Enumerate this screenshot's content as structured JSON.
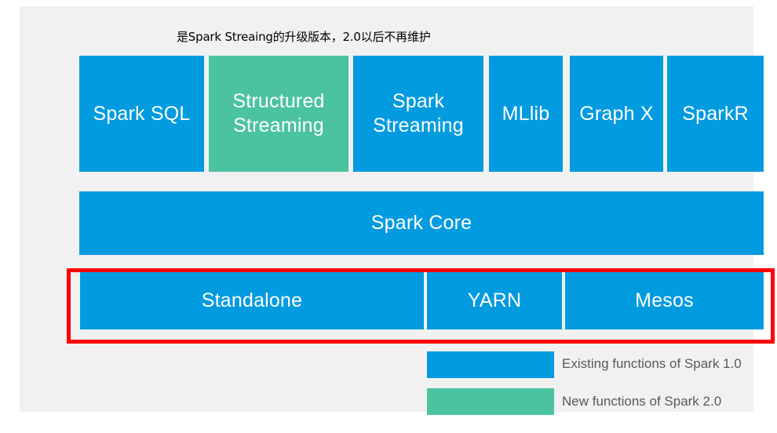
{
  "slide": {
    "background_color": "#f1f1f1",
    "canvas_color": "#ffffff"
  },
  "annotation": {
    "text": "是Spark Streaing的升级版本，2.0以后不再维护"
  },
  "colors": {
    "existing": "#039be0",
    "new": "#4cc3a0",
    "highlight": "#ff0000",
    "block_text": "#ffffff",
    "legend_text": "#595959"
  },
  "layers": {
    "libraries": [
      {
        "label": "Spark SQL",
        "color_key": "existing"
      },
      {
        "label": "Structured Streaming",
        "color_key": "new"
      },
      {
        "label": "Spark Streaming",
        "color_key": "existing"
      },
      {
        "label": "MLlib",
        "color_key": "existing"
      },
      {
        "label": "Graph X",
        "color_key": "existing"
      },
      {
        "label": "SparkR",
        "color_key": "existing"
      }
    ],
    "core": {
      "label": "Spark Core",
      "color_key": "existing"
    },
    "cluster_managers": [
      {
        "label": "Standalone",
        "color_key": "existing"
      },
      {
        "label": "YARN",
        "color_key": "existing"
      },
      {
        "label": "Mesos",
        "color_key": "existing"
      }
    ]
  },
  "legend": {
    "items": [
      {
        "label": "Existing functions of Spark 1.0",
        "color_key": "existing"
      },
      {
        "label": "New functions of Spark 2.0",
        "color_key": "new"
      }
    ]
  }
}
